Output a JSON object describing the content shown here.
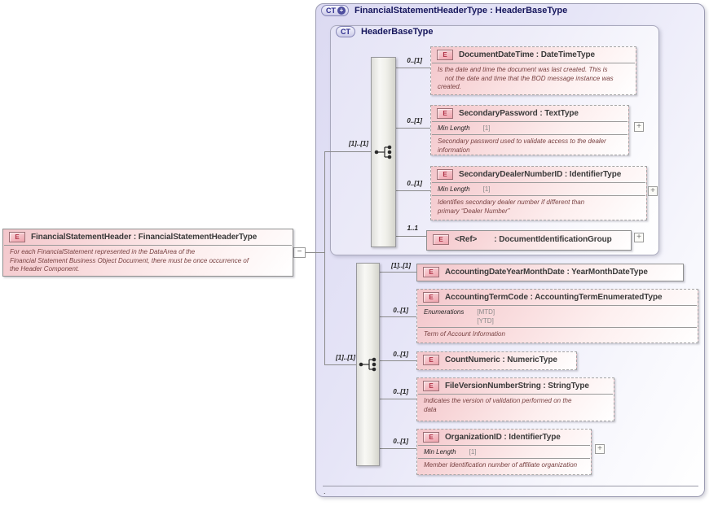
{
  "root_element": {
    "badge": "E",
    "title": "FinancialStatementHeader : FinancialStatementHeaderType",
    "annotation": "For each FinancialStatement represented in the DataArea of the\nFinancial Statement Business Object Document, there must be once occurrence of\nthe Header Component.",
    "collapse_glyph": "−"
  },
  "outer_container": {
    "badge": "CT",
    "badge_plus": "+",
    "title": "FinancialStatementHeaderType : HeaderBaseType",
    "sequence_cardinality": "[1]..[1]",
    "footer_text": "."
  },
  "inner_container": {
    "badge": "CT",
    "title": "HeaderBaseType",
    "sequence_cardinality": "[1]..[1]",
    "elements": [
      {
        "badge": "E",
        "title": "DocumentDateTime : DateTimeType",
        "cardinality": "0..[1]",
        "annotation": "Is the date and time the document was last created. This is\n    not the date and time that the BOD message instance was\ncreated."
      },
      {
        "badge": "E",
        "title": "SecondaryPassword : TextType",
        "cardinality": "0..[1]",
        "facet_label": "Min Length",
        "facet_value": "[1]",
        "annotation": "Secondary password used to validate access to the dealer\ninformation",
        "expander": "+"
      },
      {
        "badge": "E",
        "title": "SecondaryDealerNumberID : IdentifierType",
        "cardinality": "0..[1]",
        "facet_label": "Min Length",
        "facet_value": "[1]",
        "annotation": "Identifies secondary dealer number if different than\nprimary “Dealer Number”",
        "expander": "+"
      },
      {
        "badge": "E",
        "name": "<Ref>",
        "type": ": DocumentIdentificationGroup",
        "cardinality": "1..1",
        "expander": "+"
      }
    ]
  },
  "extension_elements": [
    {
      "badge": "E",
      "title": "AccountingDateYearMonthDate : YearMonthDateType",
      "cardinality": "[1]..[1]"
    },
    {
      "badge": "E",
      "title": "AccountingTermCode : AccountingTermEnumeratedType",
      "cardinality": "0..[1]",
      "facet_label": "Enumerations",
      "enum_values": [
        "[MTD]",
        "[YTD]"
      ],
      "annotation": "Term of Account Information"
    },
    {
      "badge": "E",
      "title": "CountNumeric : NumericType",
      "cardinality": "0..[1]"
    },
    {
      "badge": "E",
      "title": "FileVersionNumberString : StringType",
      "cardinality": "0..[1]",
      "annotation": "Indicates the version of validation performed on the\ndata"
    },
    {
      "badge": "E",
      "title": "OrganizationID : IdentifierType",
      "cardinality": "0..[1]",
      "facet_label": "Min Length",
      "facet_value": "[1]",
      "annotation": "Member Identification number of affiliate organization",
      "expander": "+"
    }
  ]
}
